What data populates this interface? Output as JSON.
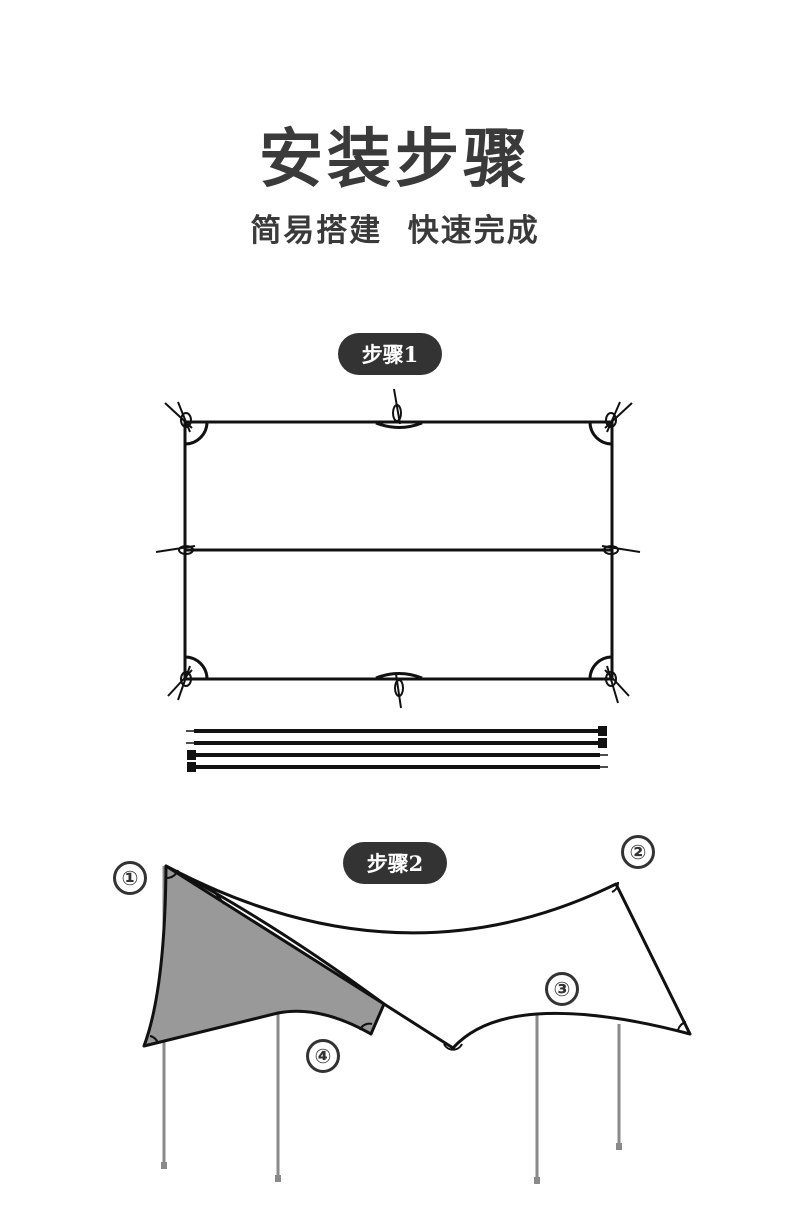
{
  "header": {
    "title": "安装步骤",
    "subtitle": "简易搭建  快速完成"
  },
  "steps": [
    {
      "label": "步骤1"
    },
    {
      "label": "步骤2"
    }
  ],
  "markers": [
    "①",
    "②",
    "③",
    "④"
  ],
  "colors": {
    "text": "#333333",
    "pill": "#333333",
    "shade": "#999999",
    "pole": "#8a8a8a"
  }
}
